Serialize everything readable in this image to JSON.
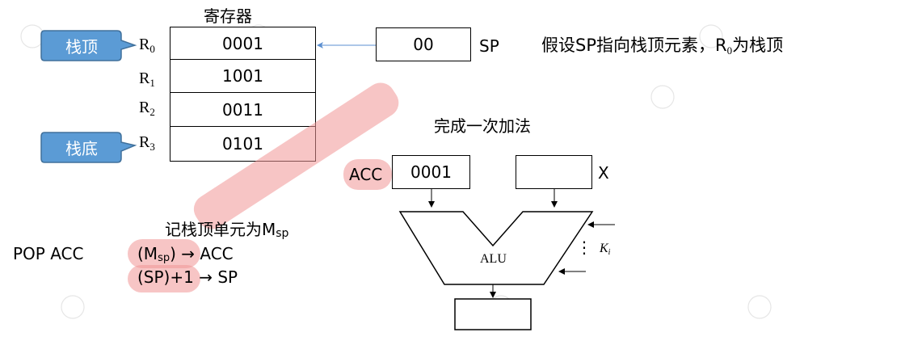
{
  "colors": {
    "callout_fill": "#5b9bd5",
    "callout_stroke": "#41719c",
    "highlight": "#f09696",
    "arrow_blue": "#5b8fd0"
  },
  "register_title": "寄存器",
  "callouts": {
    "top": "栈顶",
    "bottom": "栈底"
  },
  "registers": [
    {
      "name": "R",
      "sub": "0",
      "value": "0001"
    },
    {
      "name": "R",
      "sub": "1",
      "value": "1001"
    },
    {
      "name": "R",
      "sub": "2",
      "value": "0011"
    },
    {
      "name": "R",
      "sub": "3",
      "value": "0101"
    }
  ],
  "sp": {
    "value": "00",
    "label": "SP"
  },
  "assumption": {
    "pre": "假设SP指向栈顶元素，R",
    "sub": "0",
    "post": "为栈顶"
  },
  "add_title": "完成一次加法",
  "acc": {
    "label": "ACC",
    "value": "0001"
  },
  "x": {
    "label": "X",
    "value": ""
  },
  "alu": {
    "label": "ALU",
    "k_label": "K",
    "k_sub": "i",
    "dots": "⋮"
  },
  "instruction": "POP  ACC",
  "notation": {
    "pre": "记栈顶单元为M",
    "sub": "sp"
  },
  "steps": [
    {
      "pre": "(M",
      "sub": "sp",
      "post": ") → ACC"
    },
    {
      "text": "(SP)+1 → SP"
    }
  ]
}
